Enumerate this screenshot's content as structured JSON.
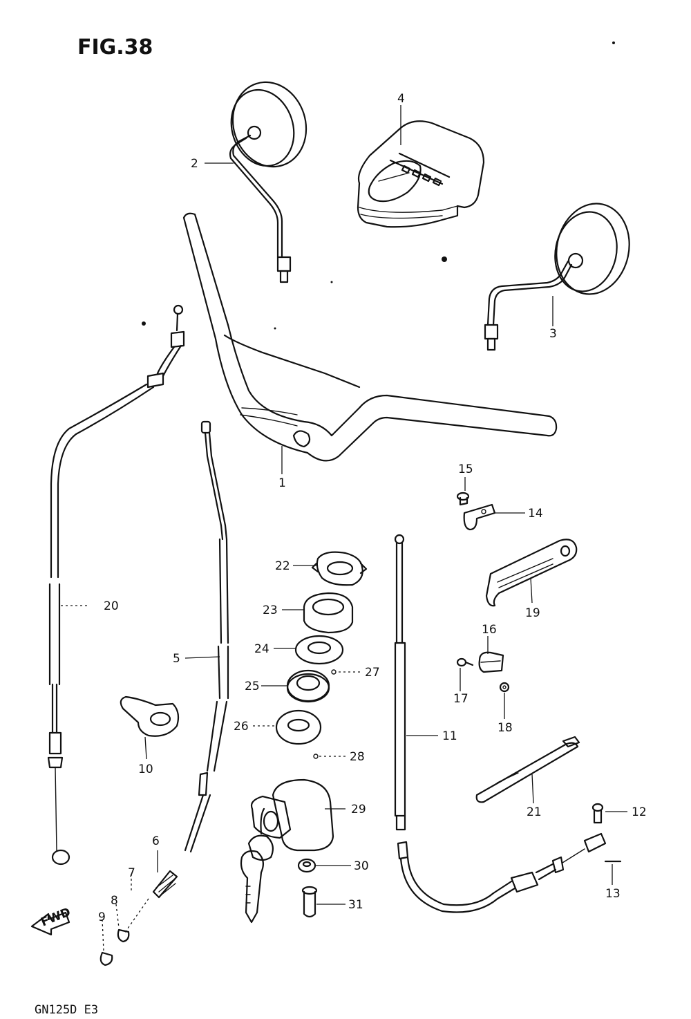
{
  "figure": {
    "title": "FIG.38",
    "model": "GN125D E3",
    "fwd_label": "FWD"
  },
  "callouts": [
    {
      "id": "1",
      "text": "1"
    },
    {
      "id": "2",
      "text": "2"
    },
    {
      "id": "3",
      "text": "3"
    },
    {
      "id": "4",
      "text": "4"
    },
    {
      "id": "5",
      "text": "5"
    },
    {
      "id": "6",
      "text": "6"
    },
    {
      "id": "7",
      "text": "7"
    },
    {
      "id": "8",
      "text": "8"
    },
    {
      "id": "9",
      "text": "9"
    },
    {
      "id": "10",
      "text": "10"
    },
    {
      "id": "11",
      "text": "11"
    },
    {
      "id": "12",
      "text": "12"
    },
    {
      "id": "13",
      "text": "13"
    },
    {
      "id": "14",
      "text": "14"
    },
    {
      "id": "15",
      "text": "15"
    },
    {
      "id": "16",
      "text": "16"
    },
    {
      "id": "17",
      "text": "17"
    },
    {
      "id": "18",
      "text": "18"
    },
    {
      "id": "19",
      "text": "19"
    },
    {
      "id": "20",
      "text": "20"
    },
    {
      "id": "21",
      "text": "21"
    },
    {
      "id": "22",
      "text": "22"
    },
    {
      "id": "23",
      "text": "23"
    },
    {
      "id": "24",
      "text": "24"
    },
    {
      "id": "25",
      "text": "25"
    },
    {
      "id": "26",
      "text": "26"
    },
    {
      "id": "27",
      "text": "27"
    },
    {
      "id": "28",
      "text": "28"
    },
    {
      "id": "29",
      "text": "29"
    },
    {
      "id": "30",
      "text": "30"
    },
    {
      "id": "31",
      "text": "31"
    }
  ]
}
